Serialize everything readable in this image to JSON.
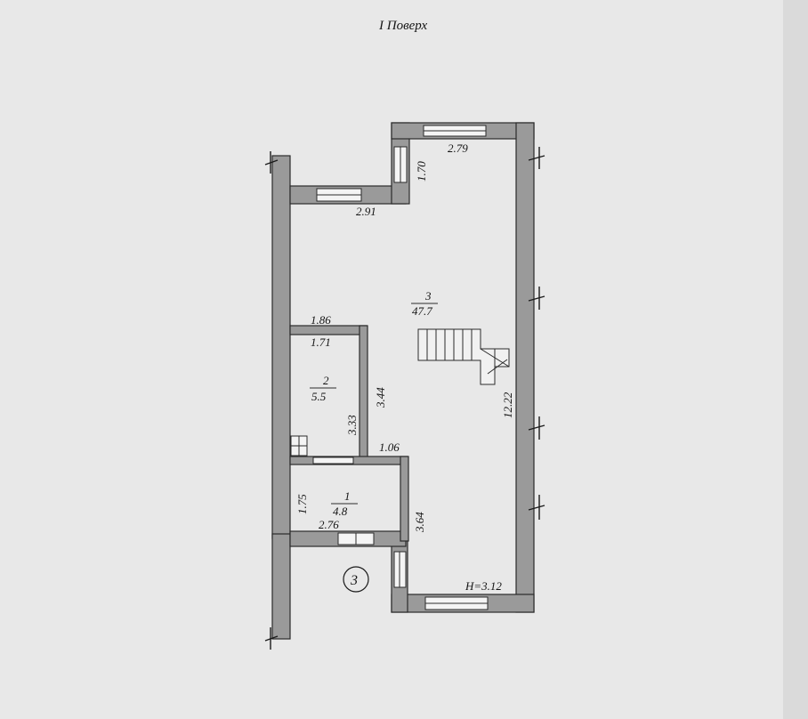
{
  "plan": {
    "title": "I  Поверх",
    "dimensions": {
      "top_right_width": "2.79",
      "top_left_width": "2.91",
      "top_notch": "1.70",
      "room2_top_outer": "1.86",
      "room2_top_inner": "1.71",
      "room2_height": "3.33",
      "room2_right_wall": "3.44",
      "corridor_width": "1.06",
      "room1_height": "1.75",
      "room1_width": "2.76",
      "room1_right": "3.64",
      "total_length": "12.22",
      "ceiling_height": "H=3.12"
    },
    "rooms": [
      {
        "number": "3",
        "area": "47.7"
      },
      {
        "number": "2",
        "area": "5.5"
      },
      {
        "number": "1",
        "area": "4.8"
      }
    ],
    "entrance_marker": "3"
  }
}
